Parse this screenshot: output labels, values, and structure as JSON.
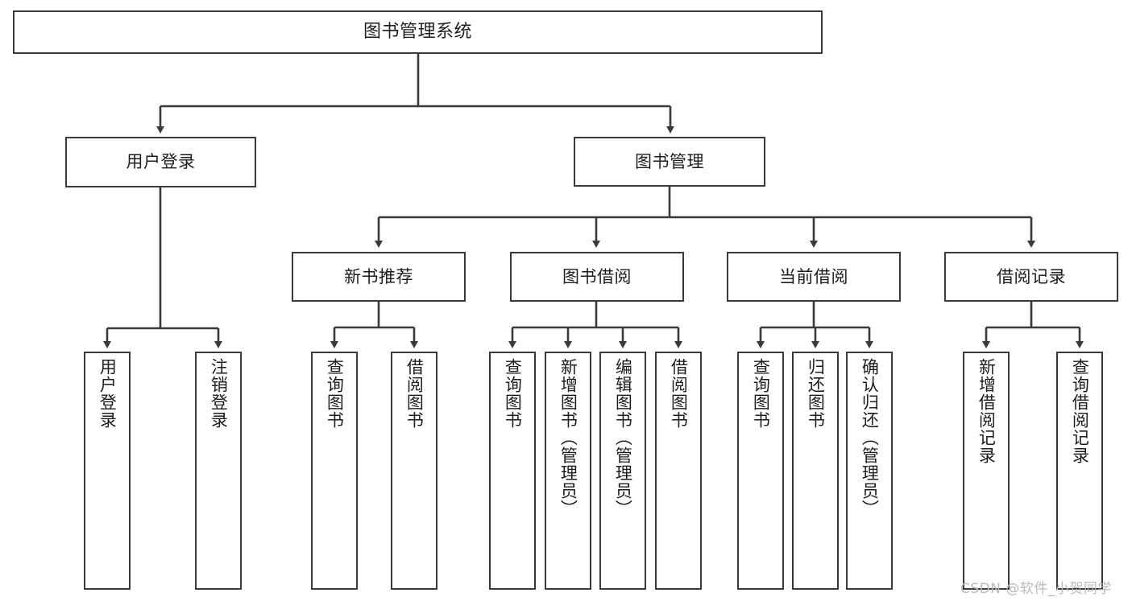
{
  "diagram": {
    "title": "图书管理系统",
    "type": "functional-structure-tree",
    "root": {
      "label": "图书管理系统"
    },
    "level1": [
      {
        "label": "用户登录"
      },
      {
        "label": "图书管理"
      }
    ],
    "level2": [
      {
        "label": "新书推荐"
      },
      {
        "label": "图书借阅"
      },
      {
        "label": "当前借阅"
      },
      {
        "label": "借阅记录"
      }
    ],
    "leaves": {
      "user_login": [
        {
          "label": "用户登录"
        },
        {
          "label": "注销登录"
        }
      ],
      "new_book_recommend": [
        {
          "label": "查询图书"
        },
        {
          "label": "借阅图书"
        }
      ],
      "book_borrow": [
        {
          "label": "查询图书"
        },
        {
          "label": "新增图书（管理员）"
        },
        {
          "label": "编辑图书（管理员）"
        },
        {
          "label": "借阅图书"
        }
      ],
      "current_borrow": [
        {
          "label": "查询图书"
        },
        {
          "label": "归还图书"
        },
        {
          "label": "确认归还（管理员）"
        }
      ],
      "borrow_record": [
        {
          "label": "新增借阅记录"
        },
        {
          "label": "查询借阅记录"
        }
      ]
    }
  },
  "watermark": {
    "text": "CSDN @软件_小贺同学"
  },
  "colors": {
    "stroke": "#3a3a3a",
    "background": "#ffffff",
    "text": "#1d1d1d",
    "watermark": "#b9b9b9"
  }
}
